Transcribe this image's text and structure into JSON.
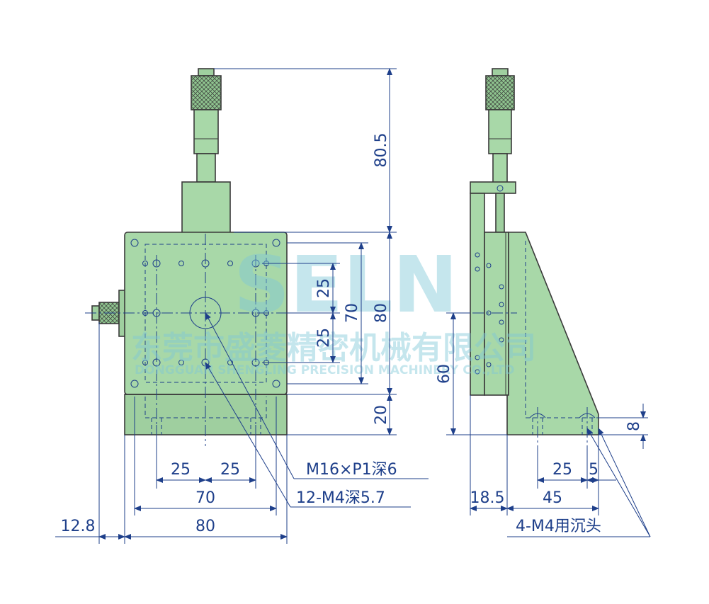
{
  "labels": {
    "m16": "M16×P1深6",
    "m4": "12-M4深5.7",
    "side_holes": "4-M4用沉头"
  },
  "dims": {
    "d805": "80.5",
    "d25a": "25",
    "d25b": "25",
    "d70v": "70",
    "d80v": "80",
    "d20": "20",
    "d25x1": "25",
    "d25x2": "25",
    "d70h": "70",
    "d80h": "80",
    "d128": "12.8",
    "d60": "60",
    "d8": "8",
    "d25s": "25",
    "d5": "5",
    "d185": "18.5",
    "d45": "45"
  },
  "watermark": {
    "logo": "SELN",
    "company_cn": "东莞市盛菱精密机械有限公司",
    "company_en": "DONGGUAN SHENGLING PRECISION MACHINERY CO.,LTD"
  },
  "colors": {
    "stage_fill": "#a8d8a8",
    "outline": "#3a3a3a",
    "dimension": "#1e3f8a",
    "watermark": "#7fc8d8"
  }
}
